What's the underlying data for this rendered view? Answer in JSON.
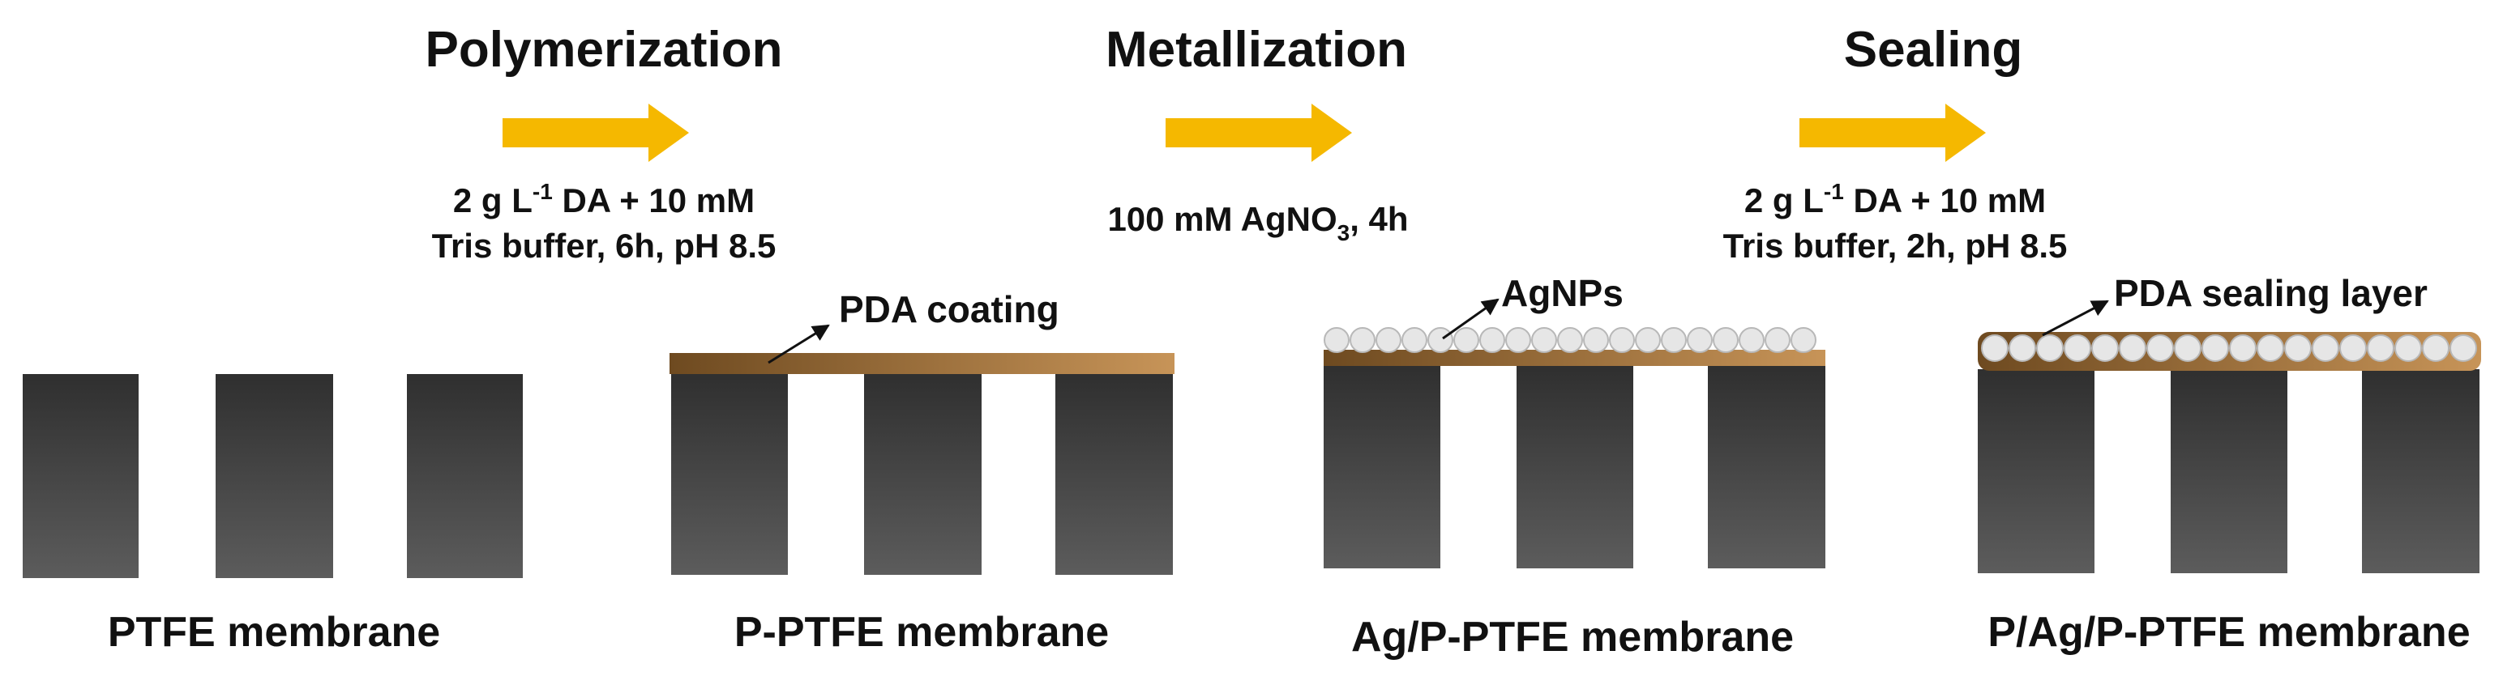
{
  "steps": [
    {
      "title": "Polymerization",
      "condition_line1": {
        "pre": "2 g L",
        "sup": "-1",
        "post": " DA + 10 mM"
      },
      "condition_line2": "Tris buffer, 6h, pH 8.5"
    },
    {
      "title": "Metallization",
      "condition_line1": {
        "pre": "100 mM AgNO",
        "sub": "3",
        "post": ", 4h"
      }
    },
    {
      "title": "Sealing",
      "condition_line1": {
        "pre": "2 g L",
        "sup": "-1",
        "post": " DA + 10 mM"
      },
      "condition_line2": "Tris buffer, 2h, pH 8.5"
    }
  ],
  "membranes": [
    {
      "label": "PTFE membrane"
    },
    {
      "label": "P-PTFE membrane",
      "annotation": "PDA coating"
    },
    {
      "label": "Ag/P-PTFE membrane",
      "annotation": "AgNPs"
    },
    {
      "label": "P/Ag/P-PTFE membrane",
      "annotation": "PDA sealing layer"
    }
  ],
  "colors": {
    "arrow": "#F5B800",
    "pillar_top": "#2f2f2f",
    "pillar_bottom": "#5c5c5c",
    "pda_dark": "#6e4a20",
    "pda_light": "#c79458",
    "ag_particle": "#e6e6e6",
    "ag_particle_edge": "#b8b8b8"
  }
}
